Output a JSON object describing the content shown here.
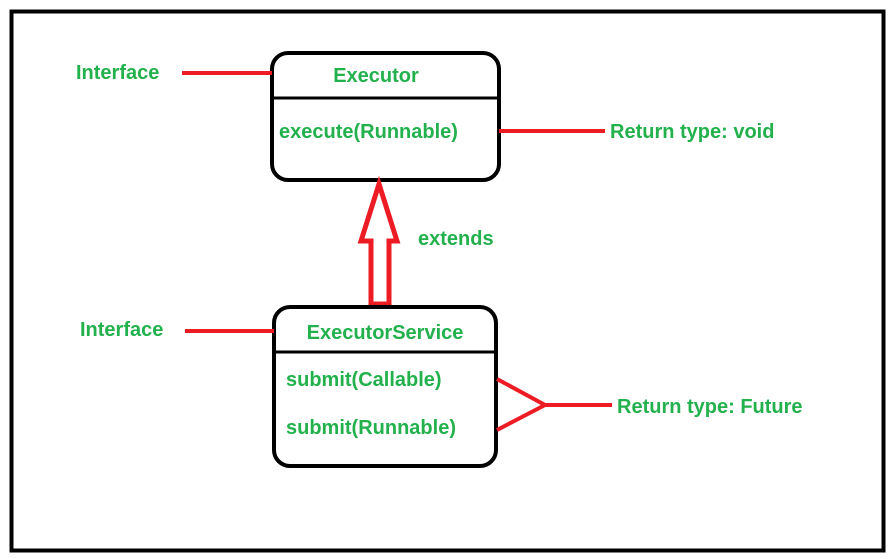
{
  "colors": {
    "text": "#22b14c",
    "connector": "#ed1c24",
    "box": "#000000",
    "background": "#ffffff"
  },
  "executor": {
    "annotation": "Interface",
    "name": "Executor",
    "methods": [
      "execute(Runnable)"
    ],
    "return_note": "Return type: void"
  },
  "relationship": {
    "label": "extends"
  },
  "executor_service": {
    "annotation": "Interface",
    "name": "ExecutorService",
    "methods": [
      "submit(Callable)",
      "submit(Runnable)"
    ],
    "return_note": "Return type: Future"
  }
}
